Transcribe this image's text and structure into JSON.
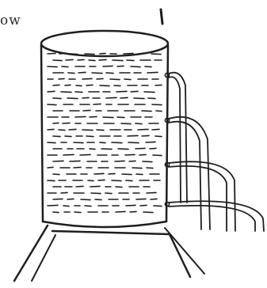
{
  "caption_fragment": "ow",
  "figure": {
    "subject": "water-tank-on-stand",
    "holes": [
      "hole-top",
      "hole-upper-middle",
      "hole-lower-middle",
      "hole-bottom"
    ],
    "ink_color": "#1e1e1e",
    "background_color": "#ffffff"
  }
}
